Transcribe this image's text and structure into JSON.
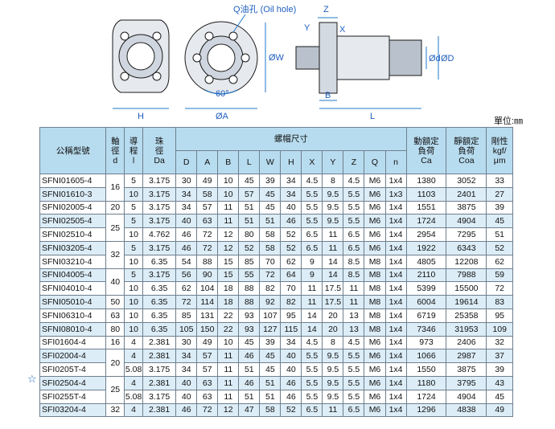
{
  "drawing": {
    "oil_hole_label": "Q油孔 (Oil hole)",
    "dim_H": "H",
    "dim_W": "ØW",
    "dim_angle": "60°",
    "dim_A": "ØA",
    "dim_Z": "Z",
    "dim_Y": "Y",
    "dim_X": "X",
    "dim_B": "B",
    "dim_L": "L",
    "dim_d": "Ød",
    "dim_D": "ØD"
  },
  "unit_label": "單位:㎜",
  "table": {
    "headers": {
      "model": "公稱型號",
      "shaft": "軸\n徑\nd",
      "lead": "導\n程\nl",
      "ball": "珠\n徑\nDa",
      "nut_dims": "螺帽尺寸",
      "dyn": "動額定\n負荷\nCa",
      "stat": "靜額定\n負荷\nCoa",
      "rigid": "剛性\nkgf/\nμm",
      "cols": [
        "D",
        "A",
        "B",
        "L",
        "W",
        "H",
        "X",
        "Y",
        "Z",
        "Q",
        "n"
      ]
    },
    "groups": [
      {
        "shaft": "16",
        "rows": [
          [
            "SFNI01605-4",
            "5",
            "3.175",
            "30",
            "49",
            "10",
            "45",
            "39",
            "34",
            "4.5",
            "8",
            "4.5",
            "M6",
            "1x4",
            "1380",
            "3052",
            "33"
          ],
          [
            "SFNI01610-3",
            "10",
            "3.175",
            "34",
            "58",
            "10",
            "57",
            "45",
            "34",
            "5.5",
            "9.5",
            "5.5",
            "M6",
            "1x3",
            "1103",
            "2401",
            "27"
          ]
        ]
      },
      {
        "shaft": "20",
        "rows": [
          [
            "SFNI02005-4",
            "5",
            "3.175",
            "34",
            "57",
            "11",
            "51",
            "45",
            "40",
            "5.5",
            "9.5",
            "5.5",
            "M6",
            "1x4",
            "1551",
            "3875",
            "39"
          ]
        ]
      },
      {
        "shaft": "25",
        "rows": [
          [
            "SFNI02505-4",
            "5",
            "3.175",
            "40",
            "63",
            "11",
            "51",
            "51",
            "46",
            "5.5",
            "9.5",
            "5.5",
            "M6",
            "1x4",
            "1724",
            "4904",
            "45"
          ],
          [
            "SFNI02510-4",
            "10",
            "4.762",
            "46",
            "72",
            "12",
            "80",
            "58",
            "52",
            "6.5",
            "11",
            "6.5",
            "M6",
            "1x4",
            "2954",
            "7295",
            "51"
          ]
        ]
      },
      {
        "shaft": "32",
        "rows": [
          [
            "SFNI03205-4",
            "5",
            "3.175",
            "46",
            "72",
            "12",
            "52",
            "58",
            "52",
            "6.5",
            "11",
            "6.5",
            "M6",
            "1x4",
            "1922",
            "6343",
            "52"
          ],
          [
            "SFNI03210-4",
            "10",
            "6.35",
            "54",
            "88",
            "15",
            "85",
            "70",
            "62",
            "9",
            "14",
            "8.5",
            "M8",
            "1x4",
            "4805",
            "12208",
            "62"
          ]
        ]
      },
      {
        "shaft": "40",
        "rows": [
          [
            "SFNI04005-4",
            "5",
            "3.175",
            "56",
            "90",
            "15",
            "55",
            "72",
            "64",
            "9",
            "14",
            "8.5",
            "M8",
            "1x4",
            "2110",
            "7988",
            "59"
          ],
          [
            "SFNI04010-4",
            "10",
            "6.35",
            "62",
            "104",
            "18",
            "88",
            "82",
            "70",
            "11",
            "17.5",
            "11",
            "M8",
            "1x4",
            "5399",
            "15500",
            "72"
          ]
        ]
      },
      {
        "shaft": "50",
        "rows": [
          [
            "SFNI05010-4",
            "10",
            "6.35",
            "72",
            "114",
            "18",
            "88",
            "92",
            "82",
            "11",
            "17.5",
            "11",
            "M8",
            "1x4",
            "6004",
            "19614",
            "83"
          ]
        ]
      },
      {
        "shaft": "63",
        "rows": [
          [
            "SFNI06310-4",
            "10",
            "6.35",
            "85",
            "131",
            "22",
            "93",
            "107",
            "95",
            "14",
            "20",
            "13",
            "M8",
            "1x4",
            "6719",
            "25358",
            "95"
          ]
        ]
      },
      {
        "shaft": "80",
        "rows": [
          [
            "SFNI08010-4",
            "10",
            "6.35",
            "105",
            "150",
            "22",
            "93",
            "127",
            "115",
            "14",
            "20",
            "13",
            "M8",
            "1x4",
            "7346",
            "31953",
            "109"
          ]
        ]
      },
      {
        "shaft": "16",
        "rows": [
          [
            "SFI01604-4",
            "4",
            "2.381",
            "30",
            "49",
            "10",
            "45",
            "39",
            "34",
            "4.5",
            "8",
            "4.5",
            "M6",
            "1x4",
            "973",
            "2406",
            "32"
          ]
        ]
      },
      {
        "shaft": "20",
        "rows": [
          [
            "SFI02004-4",
            "4",
            "2.381",
            "34",
            "57",
            "11",
            "46",
            "45",
            "40",
            "5.5",
            "9.5",
            "5.5",
            "M6",
            "1x4",
            "1066",
            "2987",
            "37"
          ],
          [
            "SFI0205T-4",
            "5.08",
            "3.175",
            "34",
            "57",
            "11",
            "51",
            "45",
            "40",
            "5.5",
            "9.5",
            "5.5",
            "M6",
            "1x4",
            "1550",
            "3875",
            "39"
          ]
        ]
      },
      {
        "shaft": "25",
        "rows": [
          [
            "SFI02504-4",
            "4",
            "2.381",
            "40",
            "63",
            "11",
            "46",
            "51",
            "46",
            "5.5",
            "9.5",
            "5.5",
            "M6",
            "1x4",
            "1180",
            "3795",
            "43"
          ],
          [
            "SFI0255T-4",
            "5.08",
            "3.175",
            "40",
            "63",
            "11",
            "51",
            "51",
            "46",
            "5.5",
            "9.5",
            "5.5",
            "M6",
            "1x4",
            "1724",
            "4904",
            "45"
          ]
        ]
      },
      {
        "shaft": "32",
        "rows": [
          [
            "SFI03204-4",
            "4",
            "2.381",
            "46",
            "72",
            "12",
            "47",
            "58",
            "52",
            "6.5",
            "11",
            "6.5",
            "M6",
            "1x4",
            "1296",
            "4838",
            "49"
          ]
        ]
      }
    ]
  },
  "star_mark": "☆"
}
